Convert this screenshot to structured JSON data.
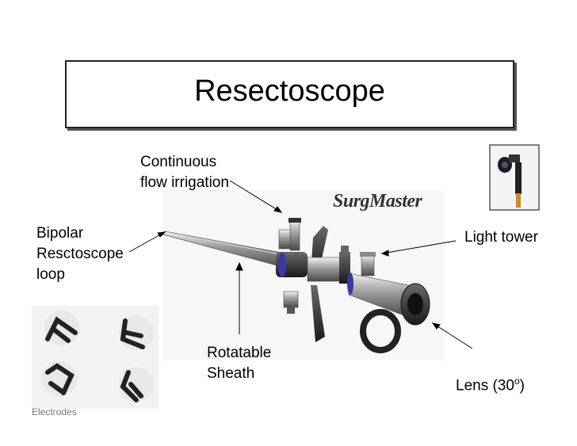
{
  "slide": {
    "title": "Resectoscope",
    "brand": "SurgMaster",
    "labels": {
      "irrigation": "Continuous\nflow irrigation",
      "loop": "Bipolar\nResctoscope\nloop",
      "light_tower": "Light tower",
      "sheath": "Rotatable\nSheath",
      "lens_prefix": "Lens (30",
      "lens_sup": "o",
      "lens_suffix": ")"
    },
    "electrodes_caption": "Electrodes"
  }
}
